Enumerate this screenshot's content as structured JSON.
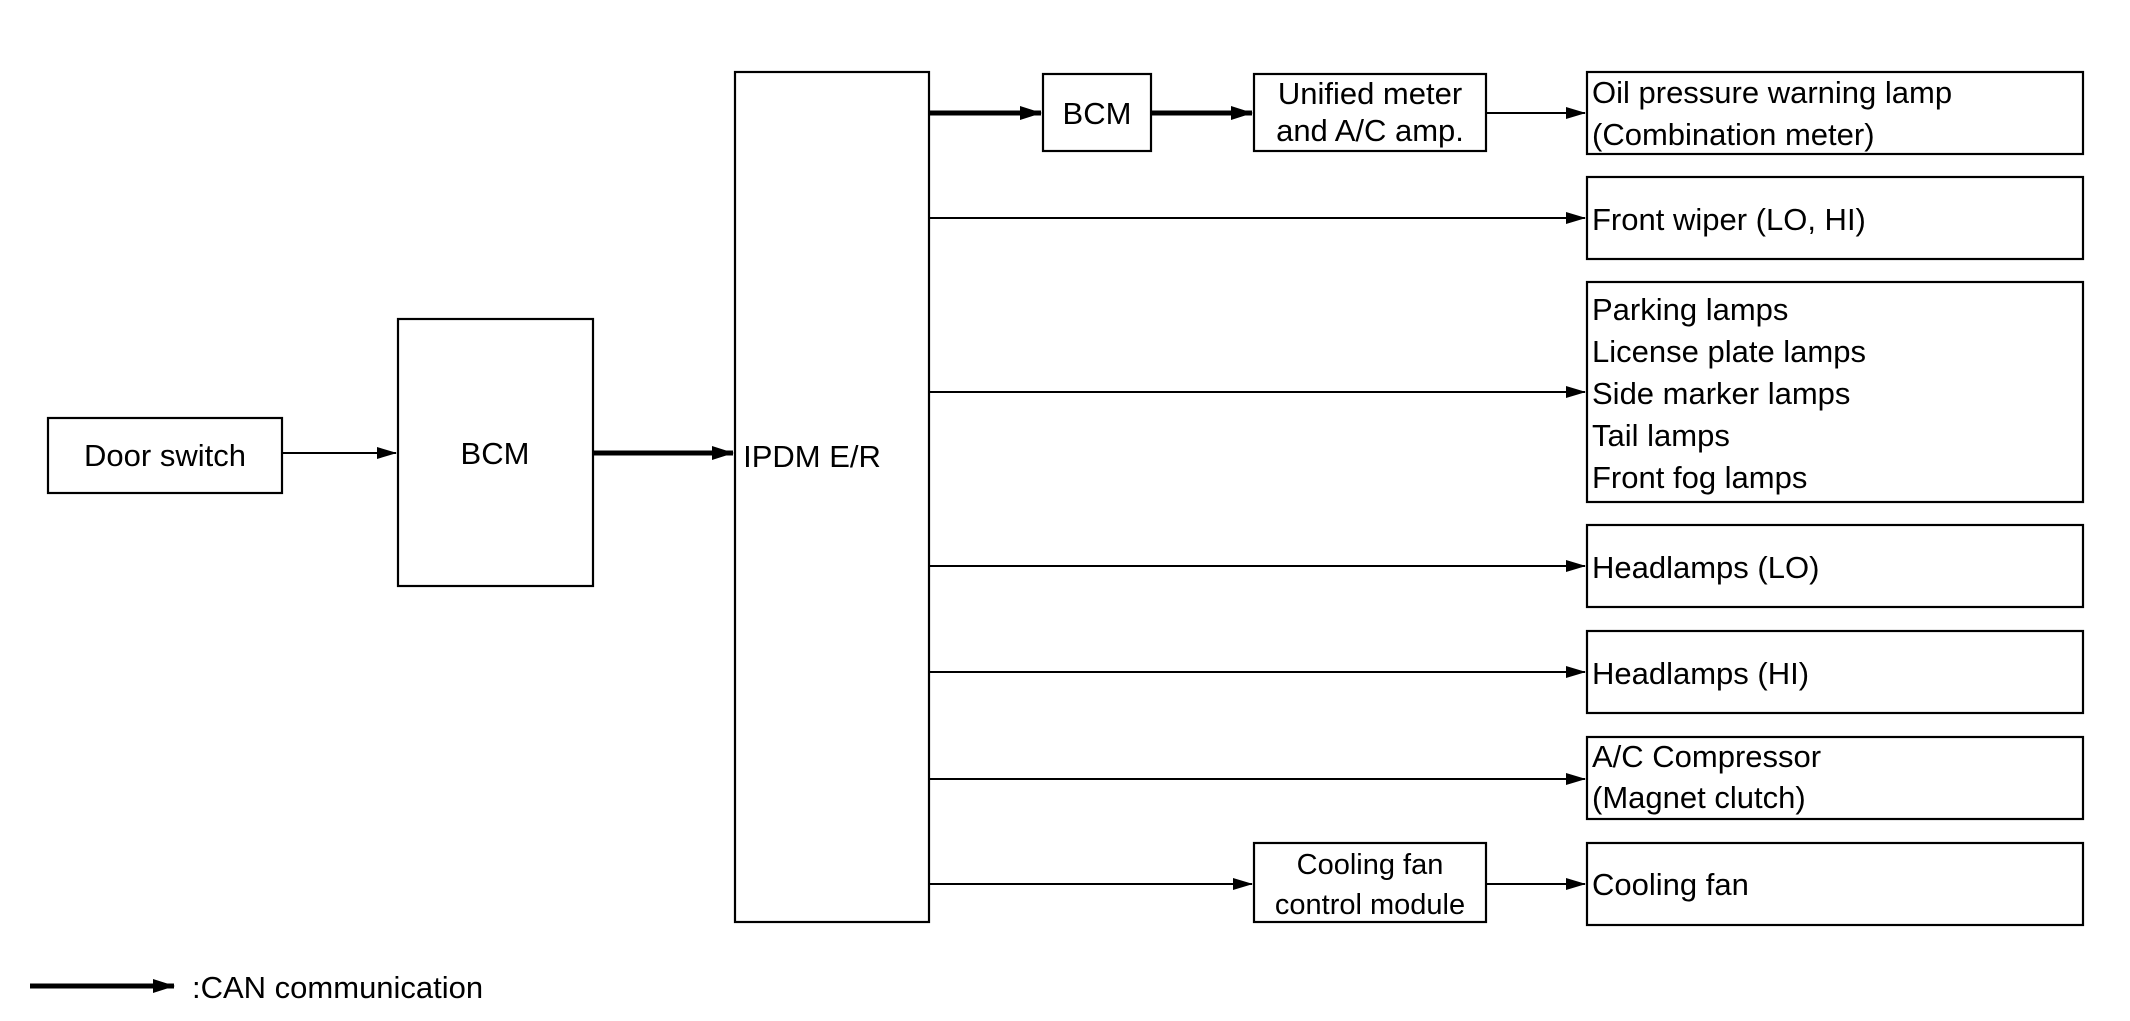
{
  "nodes": {
    "door_switch": "Door switch",
    "bcm_main": "BCM",
    "ipdm": "IPDM E/R",
    "bcm_top": "BCM",
    "unified_meter": [
      "Unified meter",
      "and A/C amp."
    ],
    "cooling_fan_module": [
      "Cooling fan",
      "control module"
    ]
  },
  "outputs": {
    "oil_pressure": [
      "Oil pressure warning lamp",
      "(Combination meter)"
    ],
    "front_wiper": [
      "Front wiper (LO, HI)"
    ],
    "lamps": [
      "Parking lamps",
      "License plate lamps",
      "Side marker lamps",
      "Tail lamps",
      "Front fog lamps"
    ],
    "headlamps_lo": [
      "Headlamps (LO)"
    ],
    "headlamps_hi": [
      "Headlamps (HI)"
    ],
    "ac_compressor": [
      "A/C Compressor",
      "(Magnet clutch)"
    ],
    "cooling_fan": [
      "Cooling fan"
    ]
  },
  "legend": {
    "can_label": ":CAN communication"
  }
}
